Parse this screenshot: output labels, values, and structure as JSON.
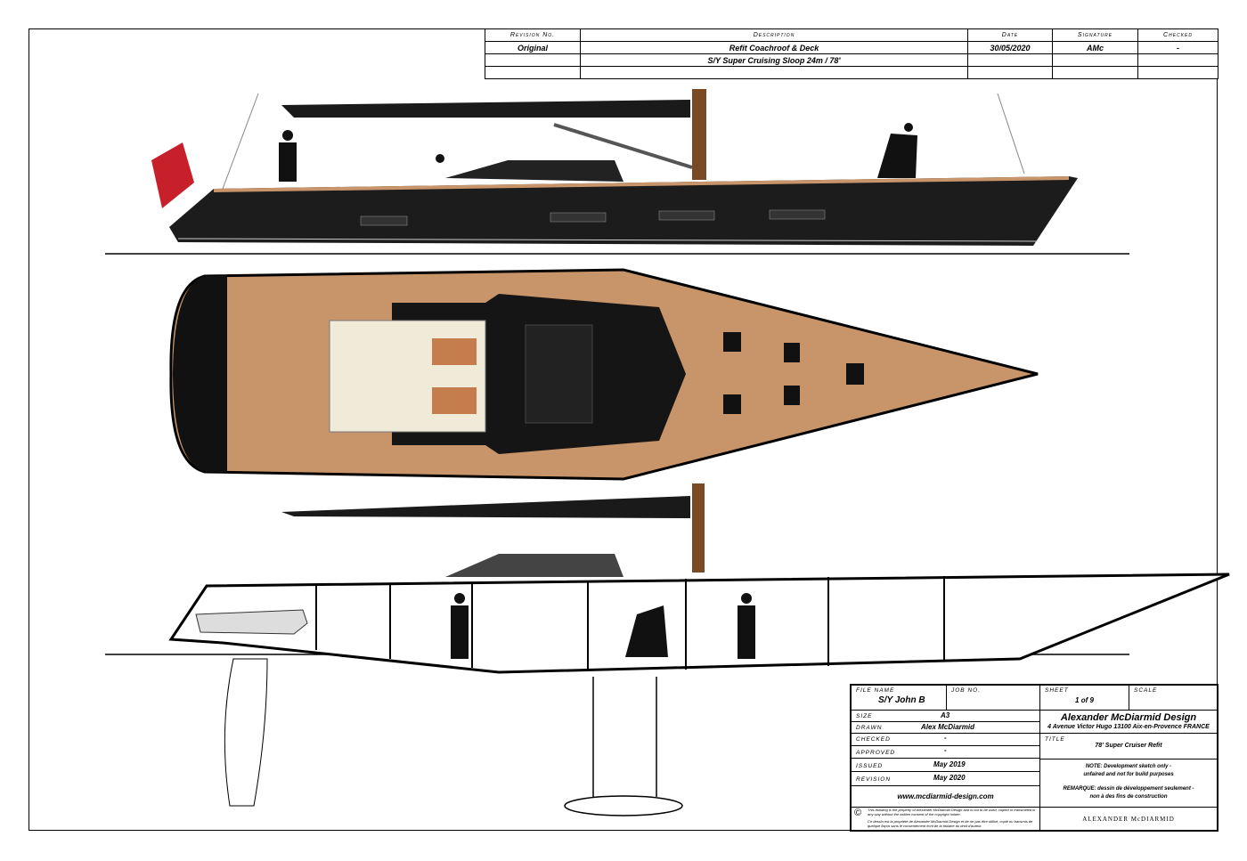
{
  "revision_table": {
    "headers": [
      "Revision No.",
      "Description",
      "Date",
      "Signature",
      "Checked"
    ],
    "rows": [
      [
        "Original",
        "Refit Coachroof & Deck",
        "30/05/2020",
        "AMc",
        "-"
      ],
      [
        "",
        "S/Y Super Cruising Sloop 24m / 78'",
        "",
        "",
        ""
      ],
      [
        "",
        "",
        "",
        "",
        ""
      ]
    ]
  },
  "title_block": {
    "file_name_label": "File Name",
    "file_name": "S/Y John B",
    "job_no_label": "Job No.",
    "sheet_label": "Sheet",
    "sheet": "1 of 9",
    "scale_label": "Scale",
    "size_label": "Size",
    "size": "A3",
    "drawn_label": "Drawn",
    "drawn": "Alex McDiarmid",
    "checked_label": "Checked",
    "checked": "-",
    "approved_label": "Approved",
    "approved": "-",
    "issued_label": "Issued",
    "issued": "May 2019",
    "revision_label": "Revision",
    "revision": "May 2020",
    "website": "www.mcdiarmid-design.com",
    "company": "Alexander McDiarmid Design",
    "address": "4 Avenue Victor Hugo 13100 Aix-en-Provence FRANCE",
    "title_label": "Title",
    "title": "78' Super Cruiser Refit",
    "note_1": "NOTE: Development sketch only -",
    "note_2": "unfaired and not for build purposes",
    "remark_1": "REMARQUE: dessin de développement seulement -",
    "remark_2": "non à des fins de construction",
    "copyright_symbol": "©",
    "copyright_en": "This drawing is the property of Alexander McDiarmid Design and is not to be used, copied or transmitted in any way without the written consent of the copyright holder.",
    "copyright_fr": "Ce dessin est la propriété de Alexander McDiarmid Design et de ne pas être utilisé, copié ou transmis de quelque façon sans le consentement écrit de la titulaire du droit d'auteur.",
    "logo_text": "ALEXANDER McDIARMID"
  },
  "colors": {
    "hull": "#1c1c1c",
    "teak": "#c8956a",
    "mast": "#7a4a25",
    "flag": "#c8202a"
  }
}
